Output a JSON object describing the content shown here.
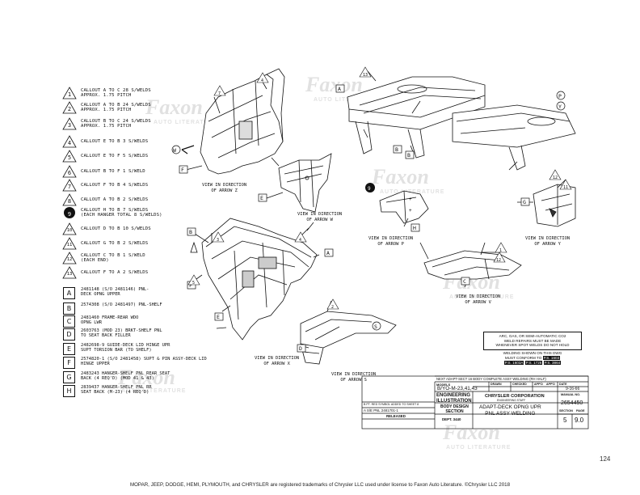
{
  "callouts": [
    {
      "num": "1",
      "text": "CALLOUT A TO C 28 S/WELDS\nAPPROX. 1.75 PITCH",
      "style": "triangle"
    },
    {
      "num": "2",
      "text": "CALLOUT A TO B 24 S/WELDS\nAPPROX. 1.75 PITCH",
      "style": "triangle"
    },
    {
      "num": "3",
      "text": "CALLOUT B TO C 24 S/WELDS\nAPPROX. 1.75 PITCH",
      "style": "triangle"
    },
    {
      "num": "4",
      "text": "CALLOUT E TO B 3 S/WELDS",
      "style": "triangle"
    },
    {
      "num": "5",
      "text": "CALLOUT E TO F 5 S/WELDS",
      "style": "triangle"
    },
    {
      "num": "6",
      "text": "CALLOUT B TO F 1 S/WELD",
      "style": "triangle"
    },
    {
      "num": "7",
      "text": "CALLOUT F TO B 4 S/WELDS",
      "style": "triangle"
    },
    {
      "num": "8",
      "text": "CALLOUT A TO B 2 S/WELDS",
      "style": "triangle"
    },
    {
      "num": "9",
      "text": "CALLOUT H TO B 7 S/WELDS\n(EACH HANGER TOTAL 8 S/WELDS)",
      "style": "circle"
    },
    {
      "num": "10",
      "text": "CALLOUT D TO B 10 S/WELDS",
      "style": "triangle"
    },
    {
      "num": "11",
      "text": "CALLOUT G TO B 2 S/WELDS",
      "style": "triangle"
    },
    {
      "num": "12",
      "text": "CALLOUT C TO B 1 S/WELD\n(EACH END)",
      "style": "triangle"
    },
    {
      "num": "13",
      "text": "CALLOUT F TO A 2 S/WELDS",
      "style": "triangle"
    }
  ],
  "parts": [
    {
      "letter": "A",
      "text": "2481148 (S/O 2481146) PNL-\nDECK OPNG UPPER"
    },
    {
      "letter": "B",
      "text": "2574308 (S/O 2481497) PNL-SHELF"
    },
    {
      "letter": "C",
      "text": "2481460 FRAME-REAR WDO\nOPNG LWR"
    },
    {
      "letter": "D",
      "text": "2603763 (MOD 23) BRKT-SHELF PNL\nTO SEAT BACK FILLER"
    },
    {
      "letter": "E",
      "text": "2482698-9 GUIDE-DECK LID HINGE UPR\nSUPT TORSION BAR (TO SHELF)"
    },
    {
      "letter": "F",
      "text": "2574820-1 (S/O 2481458) SUPT & PIN ASSY-DECK LID\nHINGE UPPER"
    },
    {
      "letter": "G",
      "text": "2483243 HANGER-SHELF PNL REAR SEAT\nBACK (4 REQ'D) (MOD 41 & 43)"
    },
    {
      "letter": "H",
      "text": "2839437 HANGER-SHELF PNL RR\nSEAT BACK (M-23) (4 REQ'D)"
    }
  ],
  "views": {
    "z": "VIEW IN DIRECTION\nOF ARROW Z",
    "w": "VIEW IN DIRECTION\nOF ARROW W",
    "p": "VIEW IN DIRECTION\nOF ARROW P",
    "y": "VIEW IN DIRECTION\nOF ARROW Y",
    "v": "VIEW IN DIRECTION\nOF ARROW V",
    "x": "VIEW IN DIRECTION\nOF ARROW X",
    "s": "VIEW IN DIRECTION\nOF ARROW S"
  },
  "weld_note": {
    "line1": "ARC, GAS, OR SEMI-AUTOMATIC CO2",
    "line2": "WELD REPAIRS MUST BE MADE",
    "line3": "WHENEVER SPOT WELDS DO NOT HOLD",
    "line4": "WELDING SHOWN ON THIS DWG",
    "line5": "MUST CONFORM TO",
    "spec1": "P.S. 1603",
    "spec2": "P.S. 1603A",
    "spec3": "P.S. 1726",
    "spec4": "P.S. 3864"
  },
  "title_block": {
    "top": "NEXT ADAPT-SECT 16 BODY COMPLETE ASSY WELDING (RH HALF)",
    "models_label": "MODELS",
    "models": "B/YO-M-23,41,43",
    "eng": "ENGINEERING\nILLUSTRATION",
    "company": "CHRYSLER CORPORATION",
    "company_sub": "ENGINEERING STAFF",
    "section": "BODY DESIGN\nSECTION",
    "dept": "DEPT. 3440",
    "title": "ADAPT-DECK OPNG UPR\nPNL ASSY WELDING",
    "manual_no_label": "MANUAL NO.",
    "manual_no": "2654450",
    "section_label": "SECTION",
    "section_no": "5",
    "page_label": "PAGE",
    "page_no": "9.0",
    "date": "9-16-66",
    "rev1": "B  PT. RED SYMBOL ADDED TO SHEET 8",
    "rev2": "A  S/E PNL 2481701-1",
    "released": "RELEASED",
    "drawn": "DRAWN",
    "checked": "CHECKED",
    "appd": "APP'D",
    "appd2": "APP'D",
    "date_label": "DATE"
  },
  "footer": "MOPAR, JEEP, DODGE, HEMI, PLYMOUTH, and CHRYSLER are registered trademarks of Chrysler LLC used under license to Faxon Auto Literature. ©Chrysler LLC 2018",
  "page_number": "124",
  "watermark": {
    "brand": "Faxon",
    "sub": "AUTO LITERATURE"
  },
  "letters": {
    "a": "A",
    "b": "B",
    "c": "C",
    "d": "D",
    "e": "E",
    "f": "F",
    "g": "G",
    "h": "H",
    "p": "P",
    "y": "Y",
    "w": "W",
    "s": "S"
  },
  "colors": {
    "ink": "#111111",
    "paper": "#ffffff",
    "watermark": "#9a9a9a"
  }
}
